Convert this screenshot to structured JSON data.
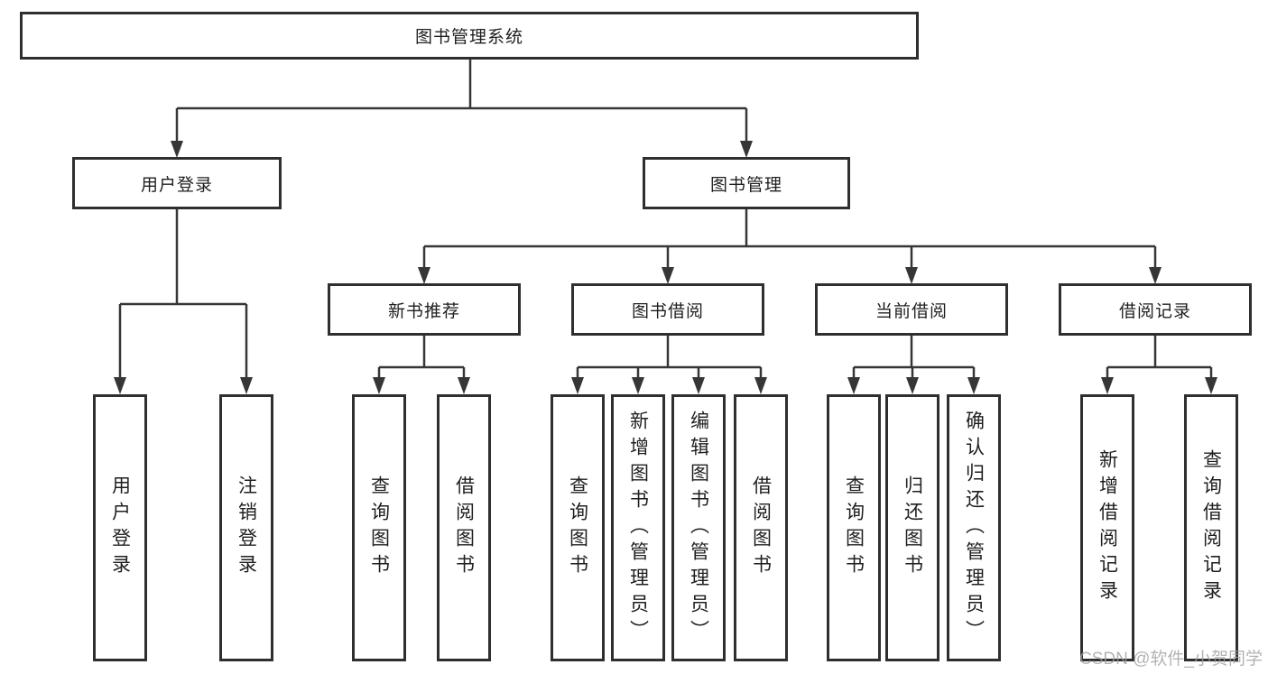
{
  "diagram": {
    "root": {
      "label": "图书管理系统"
    },
    "level2": [
      {
        "id": "user-login",
        "label": "用户登录"
      },
      {
        "id": "book-management",
        "label": "图书管理"
      }
    ],
    "level3": [
      {
        "id": "new-book-recommend",
        "label": "新书推荐",
        "parent": "图书管理"
      },
      {
        "id": "book-borrowing",
        "label": "图书借阅",
        "parent": "图书管理"
      },
      {
        "id": "current-borrowing",
        "label": "当前借阅",
        "parent": "图书管理"
      },
      {
        "id": "borrowing-records",
        "label": "借阅记录",
        "parent": "图书管理"
      }
    ],
    "leaves": [
      {
        "label": "用户登录",
        "parent": "用户登录"
      },
      {
        "label": "注销登录",
        "parent": "用户登录"
      },
      {
        "label": "查询图书",
        "parent": "新书推荐"
      },
      {
        "label": "借阅图书",
        "parent": "新书推荐"
      },
      {
        "label": "查询图书",
        "parent": "图书借阅"
      },
      {
        "label": "新增图书（管理员）",
        "parent": "图书借阅"
      },
      {
        "label": "编辑图书（管理员）",
        "parent": "图书借阅"
      },
      {
        "label": "借阅图书",
        "parent": "图书借阅"
      },
      {
        "label": "查询图书",
        "parent": "当前借阅"
      },
      {
        "label": "归还图书",
        "parent": "当前借阅"
      },
      {
        "label": "确认归还（管理员）",
        "parent": "当前借阅"
      },
      {
        "label": "新增借阅记录",
        "parent": "借阅记录"
      },
      {
        "label": "查询借阅记录",
        "parent": "借阅记录"
      }
    ],
    "colors": {
      "border": "#2f2f2f",
      "line": "#363636",
      "text": "#1f1f1f",
      "background": "#ffffff"
    }
  },
  "watermark": {
    "text": "CSDN @软件_小贺同学",
    "color": "#9e9e9e"
  }
}
